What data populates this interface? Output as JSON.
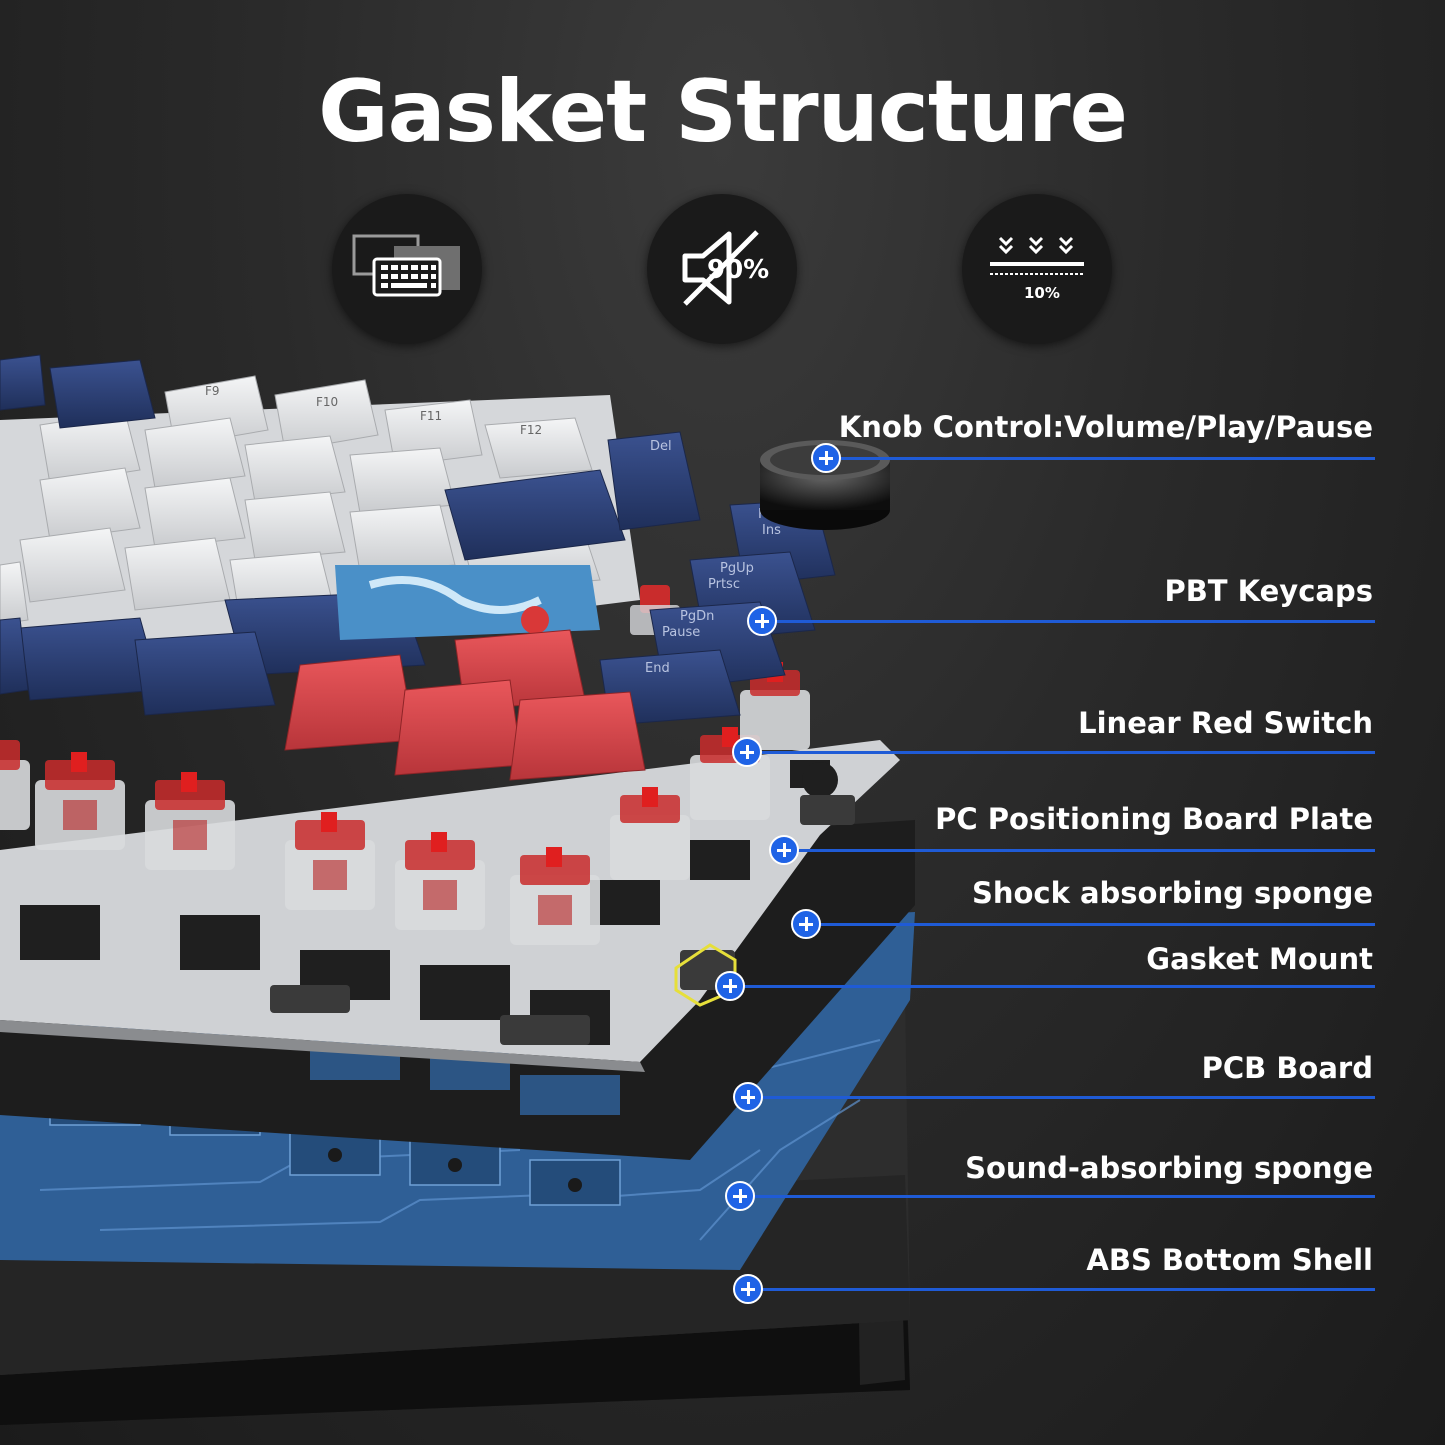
{
  "title": "Gasket Structure",
  "features": [
    {
      "icon": "keyboard-layers-icon"
    },
    {
      "icon": "noise-reduction-icon",
      "value": "90%"
    },
    {
      "icon": "compression-icon",
      "value": "10%"
    }
  ],
  "keycaps": {
    "f9": "F9",
    "f11a": "F10",
    "f11": "F11",
    "f12": "F12",
    "del": "Del",
    "home": "Home",
    "ins": "Ins",
    "pgup": "PgUp",
    "prtsc": "Prtsc",
    "pgdn": "PgDn",
    "pause": "Pause",
    "end": "End"
  },
  "callouts": [
    {
      "label": "Knob Control:Volume/Play/Pause"
    },
    {
      "label": "PBT Keycaps"
    },
    {
      "label": "Linear Red Switch"
    },
    {
      "label": "PC Positioning Board Plate"
    },
    {
      "label": "Shock absorbing sponge"
    },
    {
      "label": "Gasket Mount"
    },
    {
      "label": "PCB Board"
    },
    {
      "label": "Sound-absorbing sponge"
    },
    {
      "label": "ABS Bottom Shell"
    }
  ],
  "colors": {
    "accent_blue": "#1f5bd6",
    "keycap_navy": "#2b3f73",
    "keycap_white": "#e6e7e9",
    "keycap_red": "#d9474c",
    "switch_stem_red": "#e01f1f",
    "pcb_blue": "#2f5f96"
  }
}
